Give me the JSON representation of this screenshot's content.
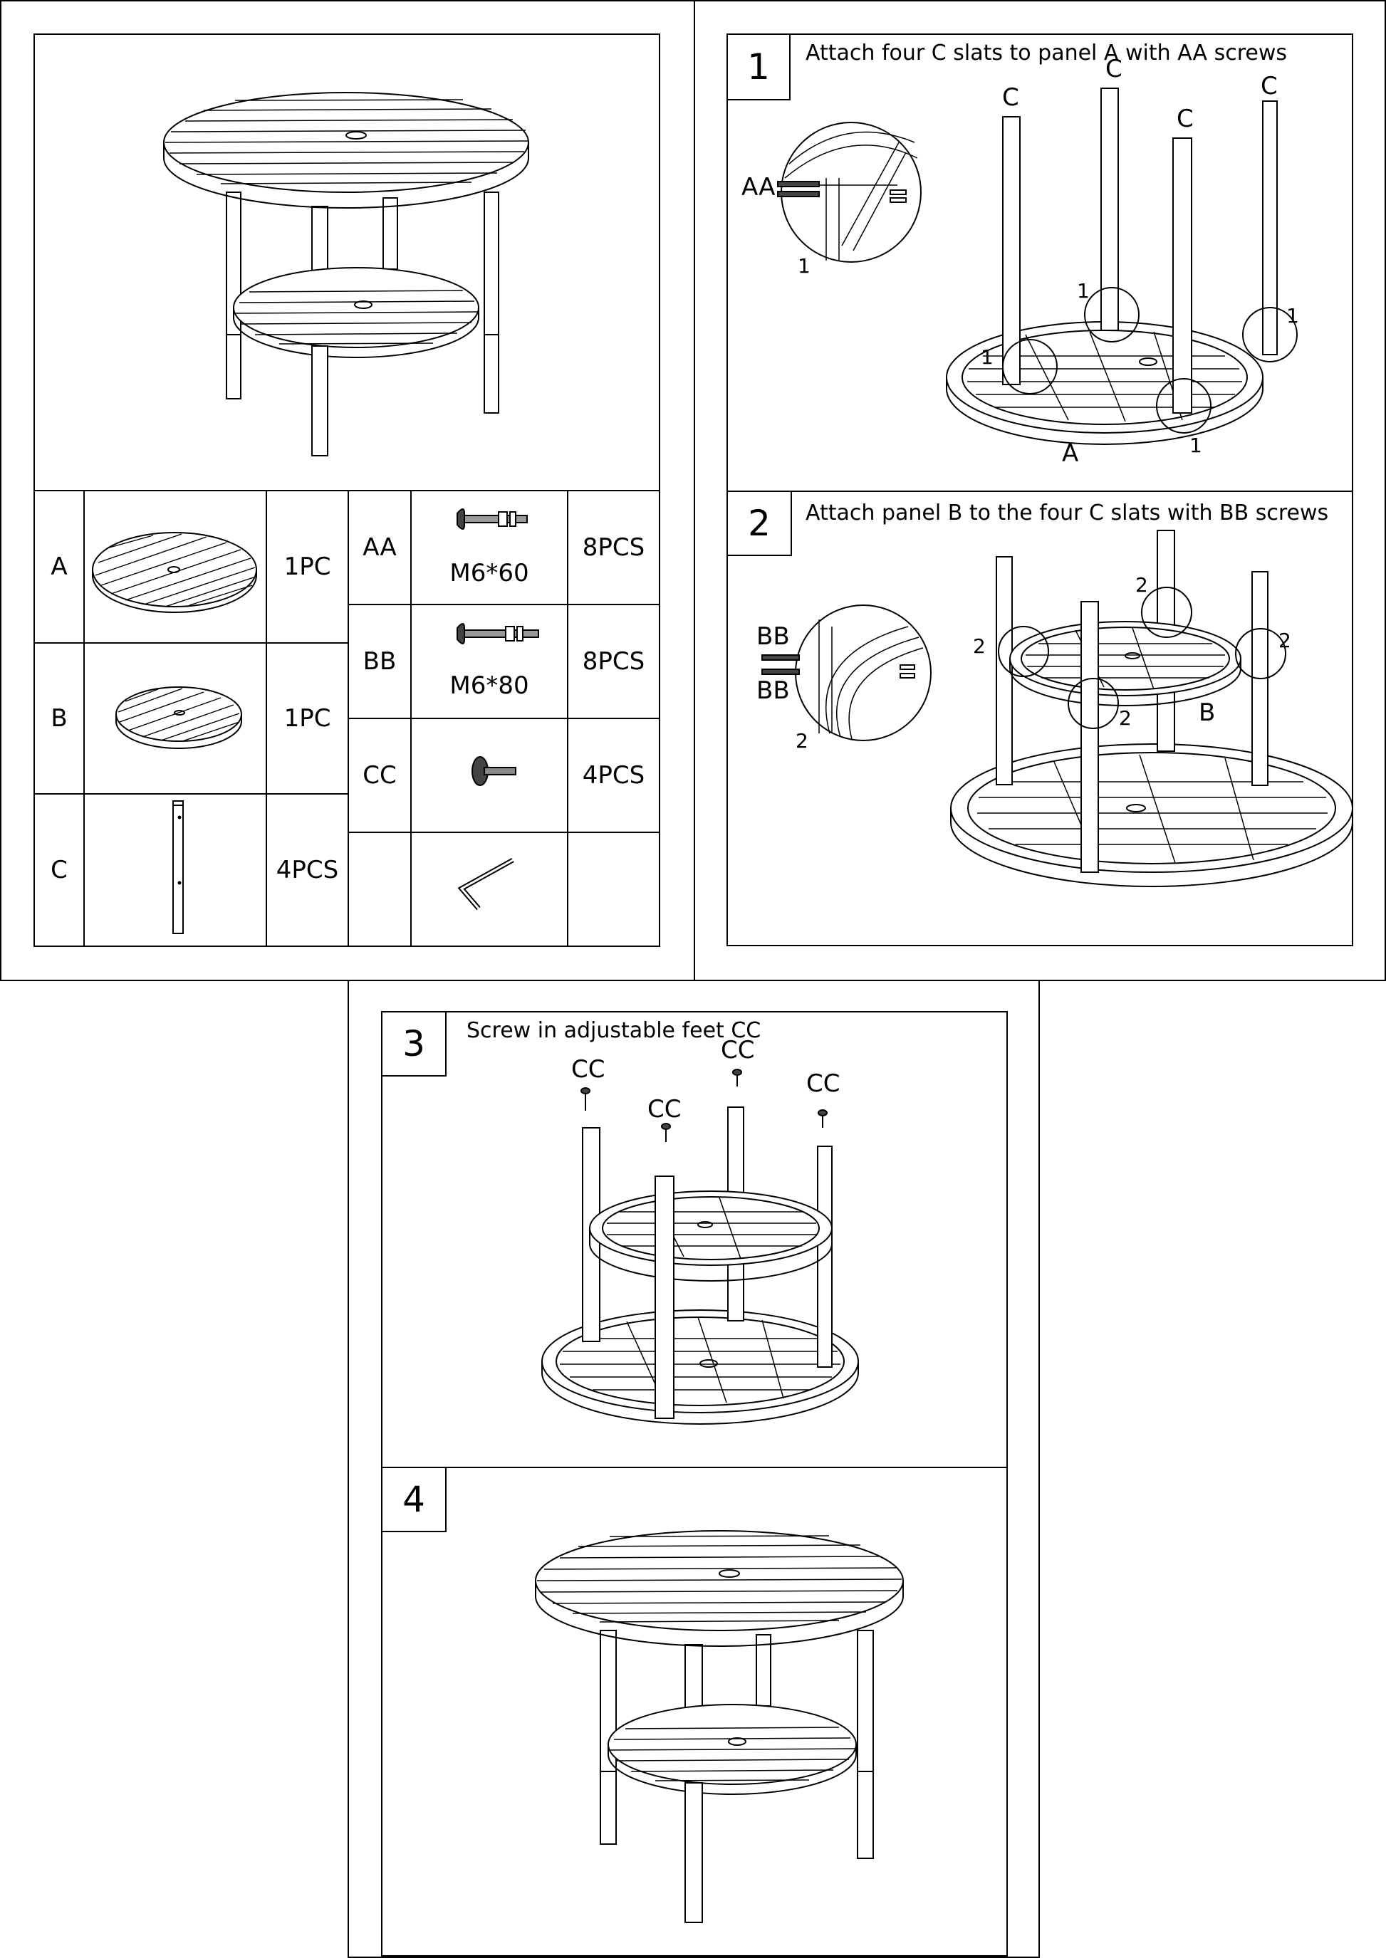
{
  "parts": {
    "rows": [
      {
        "label": "A",
        "qty": "1PC"
      },
      {
        "label": "B",
        "qty": "1PC"
      },
      {
        "label": "C",
        "qty": "4PCS"
      }
    ],
    "hardware": [
      {
        "label": "AA",
        "size": "M6*60",
        "qty": "8PCS",
        "icon": "bolt-icon"
      },
      {
        "label": "BB",
        "size": "M6*80",
        "qty": "8PCS",
        "icon": "bolt-icon"
      },
      {
        "label": "CC",
        "size": "",
        "qty": "4PCS",
        "icon": "adjustable-foot-icon"
      },
      {
        "label": "",
        "size": "",
        "qty": "",
        "icon": "allen-key-icon"
      }
    ]
  },
  "steps": [
    {
      "number": "1",
      "title": "Attach four C slats to panel A with AA screws",
      "labels": {
        "slat": "C",
        "panel": "A",
        "screw": "AA",
        "callout": "1"
      }
    },
    {
      "number": "2",
      "title": "Attach panel B to the four C slats with BB screws",
      "labels": {
        "panel": "B",
        "screw": "BB",
        "callout": "2"
      }
    },
    {
      "number": "3",
      "title": "Screw in adjustable feet CC",
      "labels": {
        "foot": "CC"
      }
    },
    {
      "number": "4",
      "title": ""
    }
  ]
}
